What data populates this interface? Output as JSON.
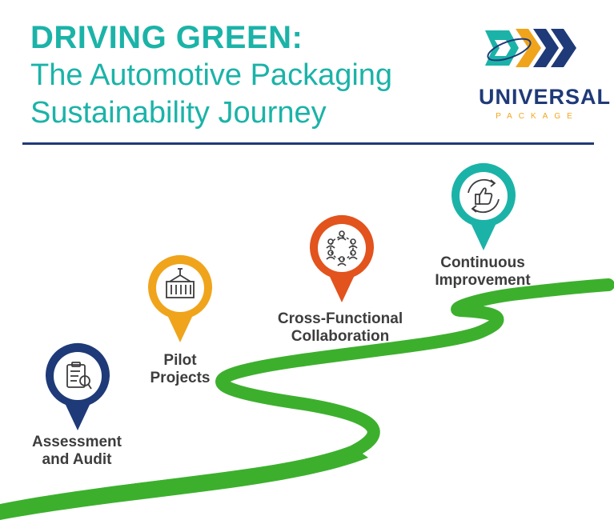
{
  "header": {
    "title_line1": "DRIVING GREEN:",
    "title_line2": "The Automotive Packaging",
    "title_line3": "Sustainability Journey"
  },
  "logo": {
    "word": "UNIVERSAL",
    "sub": "PACKAGE"
  },
  "colors": {
    "title": "#1bb3a8",
    "navy": "#1f3a78",
    "road": "#3cb02d",
    "pin_assessment": "#1f3a78",
    "pin_pilot": "#f0a41c",
    "pin_collab": "#e2531d",
    "pin_improvement": "#1bb3a8"
  },
  "steps": [
    {
      "label_line1": "Assessment",
      "label_line2": "and Audit",
      "icon": "checklist-magnifier-icon"
    },
    {
      "label_line1": "Pilot",
      "label_line2": "Projects",
      "icon": "shipping-container-icon"
    },
    {
      "label_line1": "Cross-Functional",
      "label_line2": "Collaboration",
      "icon": "people-circle-icon"
    },
    {
      "label_line1": "Continuous",
      "label_line2": "Improvement",
      "icon": "thumbs-up-cycle-icon"
    }
  ]
}
